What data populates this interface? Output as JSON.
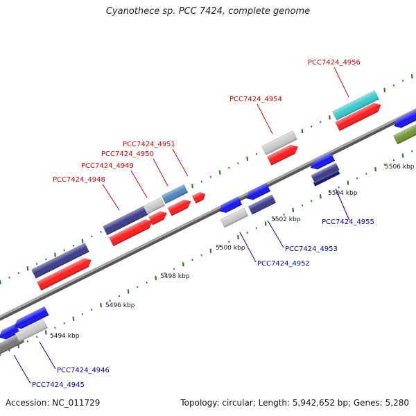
{
  "title": "Cyanothece sp. PCC 7424, complete genome",
  "footer": {
    "accession": "Accession: NC_011729",
    "summary": "Topology: circular; Length: 5,942,652 bp; Genes: 5,280"
  },
  "colors": {
    "forward_label": "#dd0000",
    "reverse_label": "#0000bb",
    "backbone": "#8a8a8a",
    "tick": "#2a7a2a"
  },
  "scale_labels": [
    "5494 kbp",
    "5496 kbp",
    "5498 kbp",
    "5500 kbp",
    "5502 kbp",
    "5504 kbp",
    "5506 kbp"
  ],
  "forward_gene_labels": [
    "PCC7424_4948",
    "PCC7424_4949",
    "PCC7424_4950",
    "PCC7424_4951",
    "PCC7424_4954",
    "PCC7424_4956"
  ],
  "reverse_gene_labels": [
    "PCC7424_4945",
    "PCC7424_4946",
    "PCC7424_4952",
    "PCC7424_4953",
    "PCC7424_4955"
  ]
}
